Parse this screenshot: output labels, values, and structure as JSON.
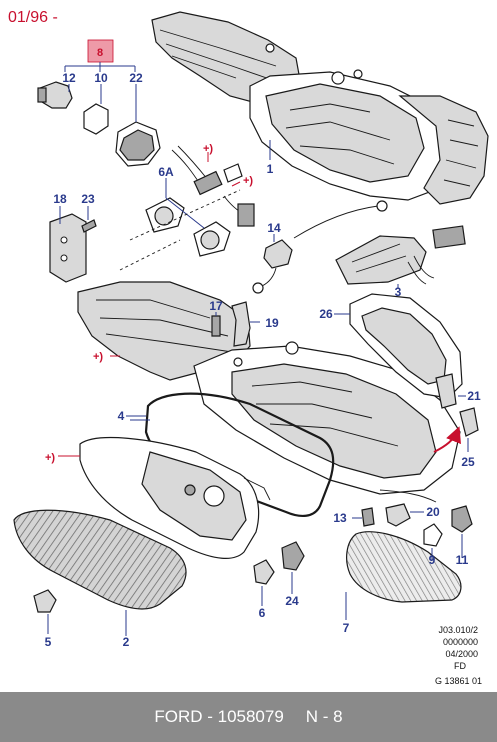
{
  "date_code": "01/96 -",
  "part_labels": {
    "p1": "1",
    "p2": "2",
    "p3": "3",
    "p4": "4",
    "p5": "5",
    "p6": "6",
    "p6a": "6A",
    "p7": "7",
    "p8": "8",
    "p9": "9",
    "p10": "10",
    "p11": "11",
    "p12": "12",
    "p13": "13",
    "p14": "14",
    "p17": "17",
    "p18": "18",
    "p19": "19",
    "p20": "20",
    "p21": "21",
    "p22": "22",
    "p23": "23",
    "p24": "24",
    "p25": "25",
    "p26": "26"
  },
  "notes": {
    "plus": "+)"
  },
  "reference": [
    "J03.010/2",
    "0000000",
    "04/2000",
    "FD",
    "G 13861 01"
  ],
  "footer": {
    "brand_part": "FORD - 1058079",
    "page": "N - 8"
  },
  "colors": {
    "label": "#2a3a8c",
    "note": "#c8102e",
    "highlight": "#ee9aa8",
    "footer_bg": "#8a8a8a"
  }
}
